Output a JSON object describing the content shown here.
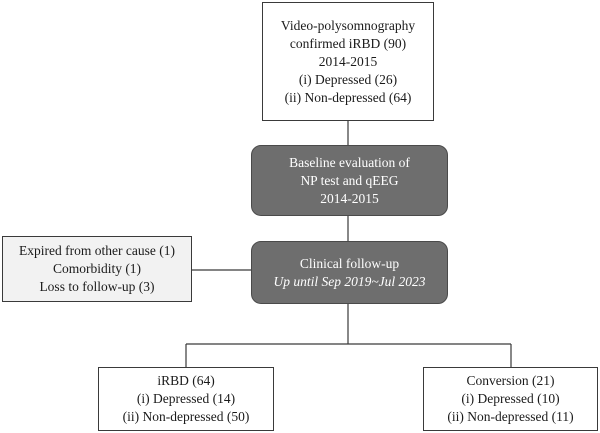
{
  "flow": {
    "screening": {
      "lines": [
        "Video-polysomnography",
        "confirmed iRBD (90)",
        "2014-2015",
        "(i) Depressed (26)",
        "(ii) Non-depressed (64)"
      ]
    },
    "baseline": {
      "lines": [
        "Baseline evaluation of",
        "NP test and qEEG",
        "2014-2015"
      ]
    },
    "followup": {
      "title": "Clinical follow-up",
      "period": "Up until Sep 2019~Jul 2023"
    },
    "excluded": {
      "lines": [
        "Expired from other cause (1)",
        "Comorbidity (1)",
        "Loss to follow-up (3)"
      ]
    },
    "outcome_irbd": {
      "lines": [
        "iRBD (64)",
        "(i) Depressed (14)",
        "(ii) Non-depressed (50)"
      ]
    },
    "outcome_conversion": {
      "lines": [
        "Conversion (21)",
        "(i) Depressed (10)",
        "(ii) Non-depressed (11)"
      ]
    }
  },
  "colors": {
    "box_border": "#3a3a3a",
    "dark_box_fill": "#6e6e6e",
    "dark_box_text": "#ffffff",
    "light_box_fill": "#f2f2f2",
    "connector": "#3a3a3a"
  }
}
